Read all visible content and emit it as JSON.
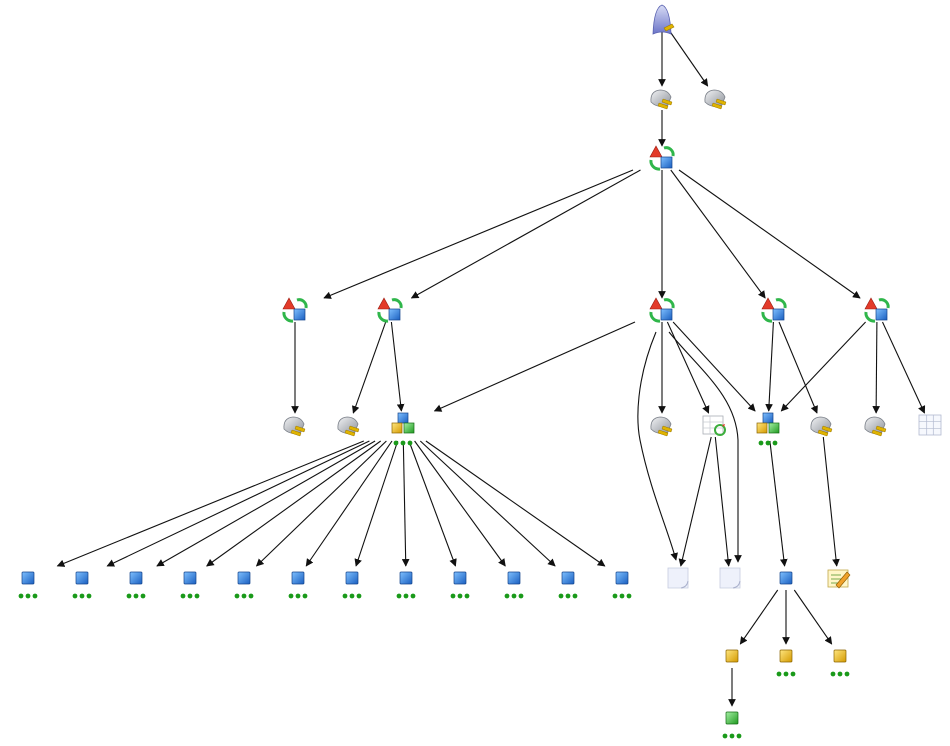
{
  "colors": {
    "edge": "#111111",
    "ellipsis_dot": "#1a9a1a",
    "plug_body": "#b9bdc4",
    "plug_prongs": "#e0b400",
    "cube_blue": "#2f7fdc",
    "cube_yellow": "#e8b800",
    "cube_green": "#3cb43c",
    "page_bg": "#ffffff"
  },
  "icon_types": {
    "root": "data-source-icon",
    "plug": "connection-plug-icon",
    "shapes": "shapes-group-icon",
    "cubes": "cube-cluster-icon",
    "square_blue": "blue-square-node-icon",
    "square_yellow": "yellow-square-node-icon",
    "square_green": "green-square-node-icon",
    "page": "blank-page-icon",
    "table_refresh": "table-refresh-icon",
    "grid": "grid-table-icon",
    "edit": "edit-note-icon"
  },
  "nodes": [
    {
      "id": "root",
      "type": "root"
    },
    {
      "id": "plug-a",
      "type": "plug"
    },
    {
      "id": "plug-b",
      "type": "plug"
    },
    {
      "id": "shapes-main",
      "type": "shapes"
    },
    {
      "id": "shapes-1",
      "type": "shapes"
    },
    {
      "id": "shapes-2",
      "type": "shapes"
    },
    {
      "id": "shapes-3",
      "type": "shapes"
    },
    {
      "id": "shapes-4",
      "type": "shapes"
    },
    {
      "id": "shapes-5",
      "type": "shapes"
    },
    {
      "id": "plug-1",
      "type": "plug"
    },
    {
      "id": "plug-2",
      "type": "plug"
    },
    {
      "id": "cubes-1",
      "type": "cubes",
      "more": true
    },
    {
      "id": "plug-3",
      "type": "plug"
    },
    {
      "id": "table-1",
      "type": "table_refresh"
    },
    {
      "id": "cubes-2",
      "type": "cubes",
      "more": true
    },
    {
      "id": "plug-4",
      "type": "plug"
    },
    {
      "id": "plug-5",
      "type": "plug"
    },
    {
      "id": "grid-1",
      "type": "grid"
    },
    {
      "id": "leaf-1",
      "type": "square_blue",
      "more": true
    },
    {
      "id": "leaf-2",
      "type": "square_blue",
      "more": true
    },
    {
      "id": "leaf-3",
      "type": "square_blue",
      "more": true
    },
    {
      "id": "leaf-4",
      "type": "square_blue",
      "more": true
    },
    {
      "id": "leaf-5",
      "type": "square_blue",
      "more": true
    },
    {
      "id": "leaf-6",
      "type": "square_blue",
      "more": true
    },
    {
      "id": "leaf-7",
      "type": "square_blue",
      "more": true
    },
    {
      "id": "leaf-8",
      "type": "square_blue",
      "more": true
    },
    {
      "id": "leaf-9",
      "type": "square_blue",
      "more": true
    },
    {
      "id": "leaf-10",
      "type": "square_blue",
      "more": true
    },
    {
      "id": "leaf-11",
      "type": "square_blue",
      "more": true
    },
    {
      "id": "leaf-12",
      "type": "square_blue",
      "more": true
    },
    {
      "id": "page-1",
      "type": "page"
    },
    {
      "id": "page-2",
      "type": "page"
    },
    {
      "id": "blue-13",
      "type": "square_blue"
    },
    {
      "id": "edit-1",
      "type": "edit"
    },
    {
      "id": "yellow-1",
      "type": "square_yellow"
    },
    {
      "id": "yellow-2",
      "type": "square_yellow",
      "more": true
    },
    {
      "id": "yellow-3",
      "type": "square_yellow",
      "more": true
    },
    {
      "id": "green-1",
      "type": "square_green",
      "more": true
    }
  ],
  "edges": [
    [
      "root",
      "plug-a"
    ],
    [
      "root",
      "plug-b"
    ],
    [
      "plug-a",
      "shapes-main"
    ],
    [
      "shapes-main",
      "shapes-1"
    ],
    [
      "shapes-main",
      "shapes-2"
    ],
    [
      "shapes-main",
      "shapes-3"
    ],
    [
      "shapes-main",
      "shapes-4"
    ],
    [
      "shapes-main",
      "shapes-5"
    ],
    [
      "shapes-1",
      "plug-1"
    ],
    [
      "shapes-2",
      "plug-2"
    ],
    [
      "shapes-2",
      "cubes-1"
    ],
    [
      "shapes-3",
      "cubes-1"
    ],
    [
      "shapes-3",
      "page-1"
    ],
    [
      "shapes-3",
      "plug-3"
    ],
    [
      "shapes-3",
      "table-1"
    ],
    [
      "shapes-3",
      "page-2"
    ],
    [
      "shapes-3",
      "cubes-2"
    ],
    [
      "shapes-4",
      "cubes-2"
    ],
    [
      "shapes-4",
      "plug-4"
    ],
    [
      "shapes-5",
      "cubes-2"
    ],
    [
      "shapes-5",
      "plug-5"
    ],
    [
      "shapes-5",
      "grid-1"
    ],
    [
      "cubes-1",
      "leaf-1"
    ],
    [
      "cubes-1",
      "leaf-2"
    ],
    [
      "cubes-1",
      "leaf-3"
    ],
    [
      "cubes-1",
      "leaf-4"
    ],
    [
      "cubes-1",
      "leaf-5"
    ],
    [
      "cubes-1",
      "leaf-6"
    ],
    [
      "cubes-1",
      "leaf-7"
    ],
    [
      "cubes-1",
      "leaf-8"
    ],
    [
      "cubes-1",
      "leaf-9"
    ],
    [
      "cubes-1",
      "leaf-10"
    ],
    [
      "cubes-1",
      "leaf-11"
    ],
    [
      "cubes-1",
      "leaf-12"
    ],
    [
      "table-1",
      "page-1"
    ],
    [
      "table-1",
      "page-2"
    ],
    [
      "cubes-2",
      "blue-13"
    ],
    [
      "plug-4",
      "edit-1"
    ],
    [
      "blue-13",
      "yellow-1"
    ],
    [
      "blue-13",
      "yellow-2"
    ],
    [
      "blue-13",
      "yellow-3"
    ],
    [
      "yellow-1",
      "green-1"
    ]
  ]
}
